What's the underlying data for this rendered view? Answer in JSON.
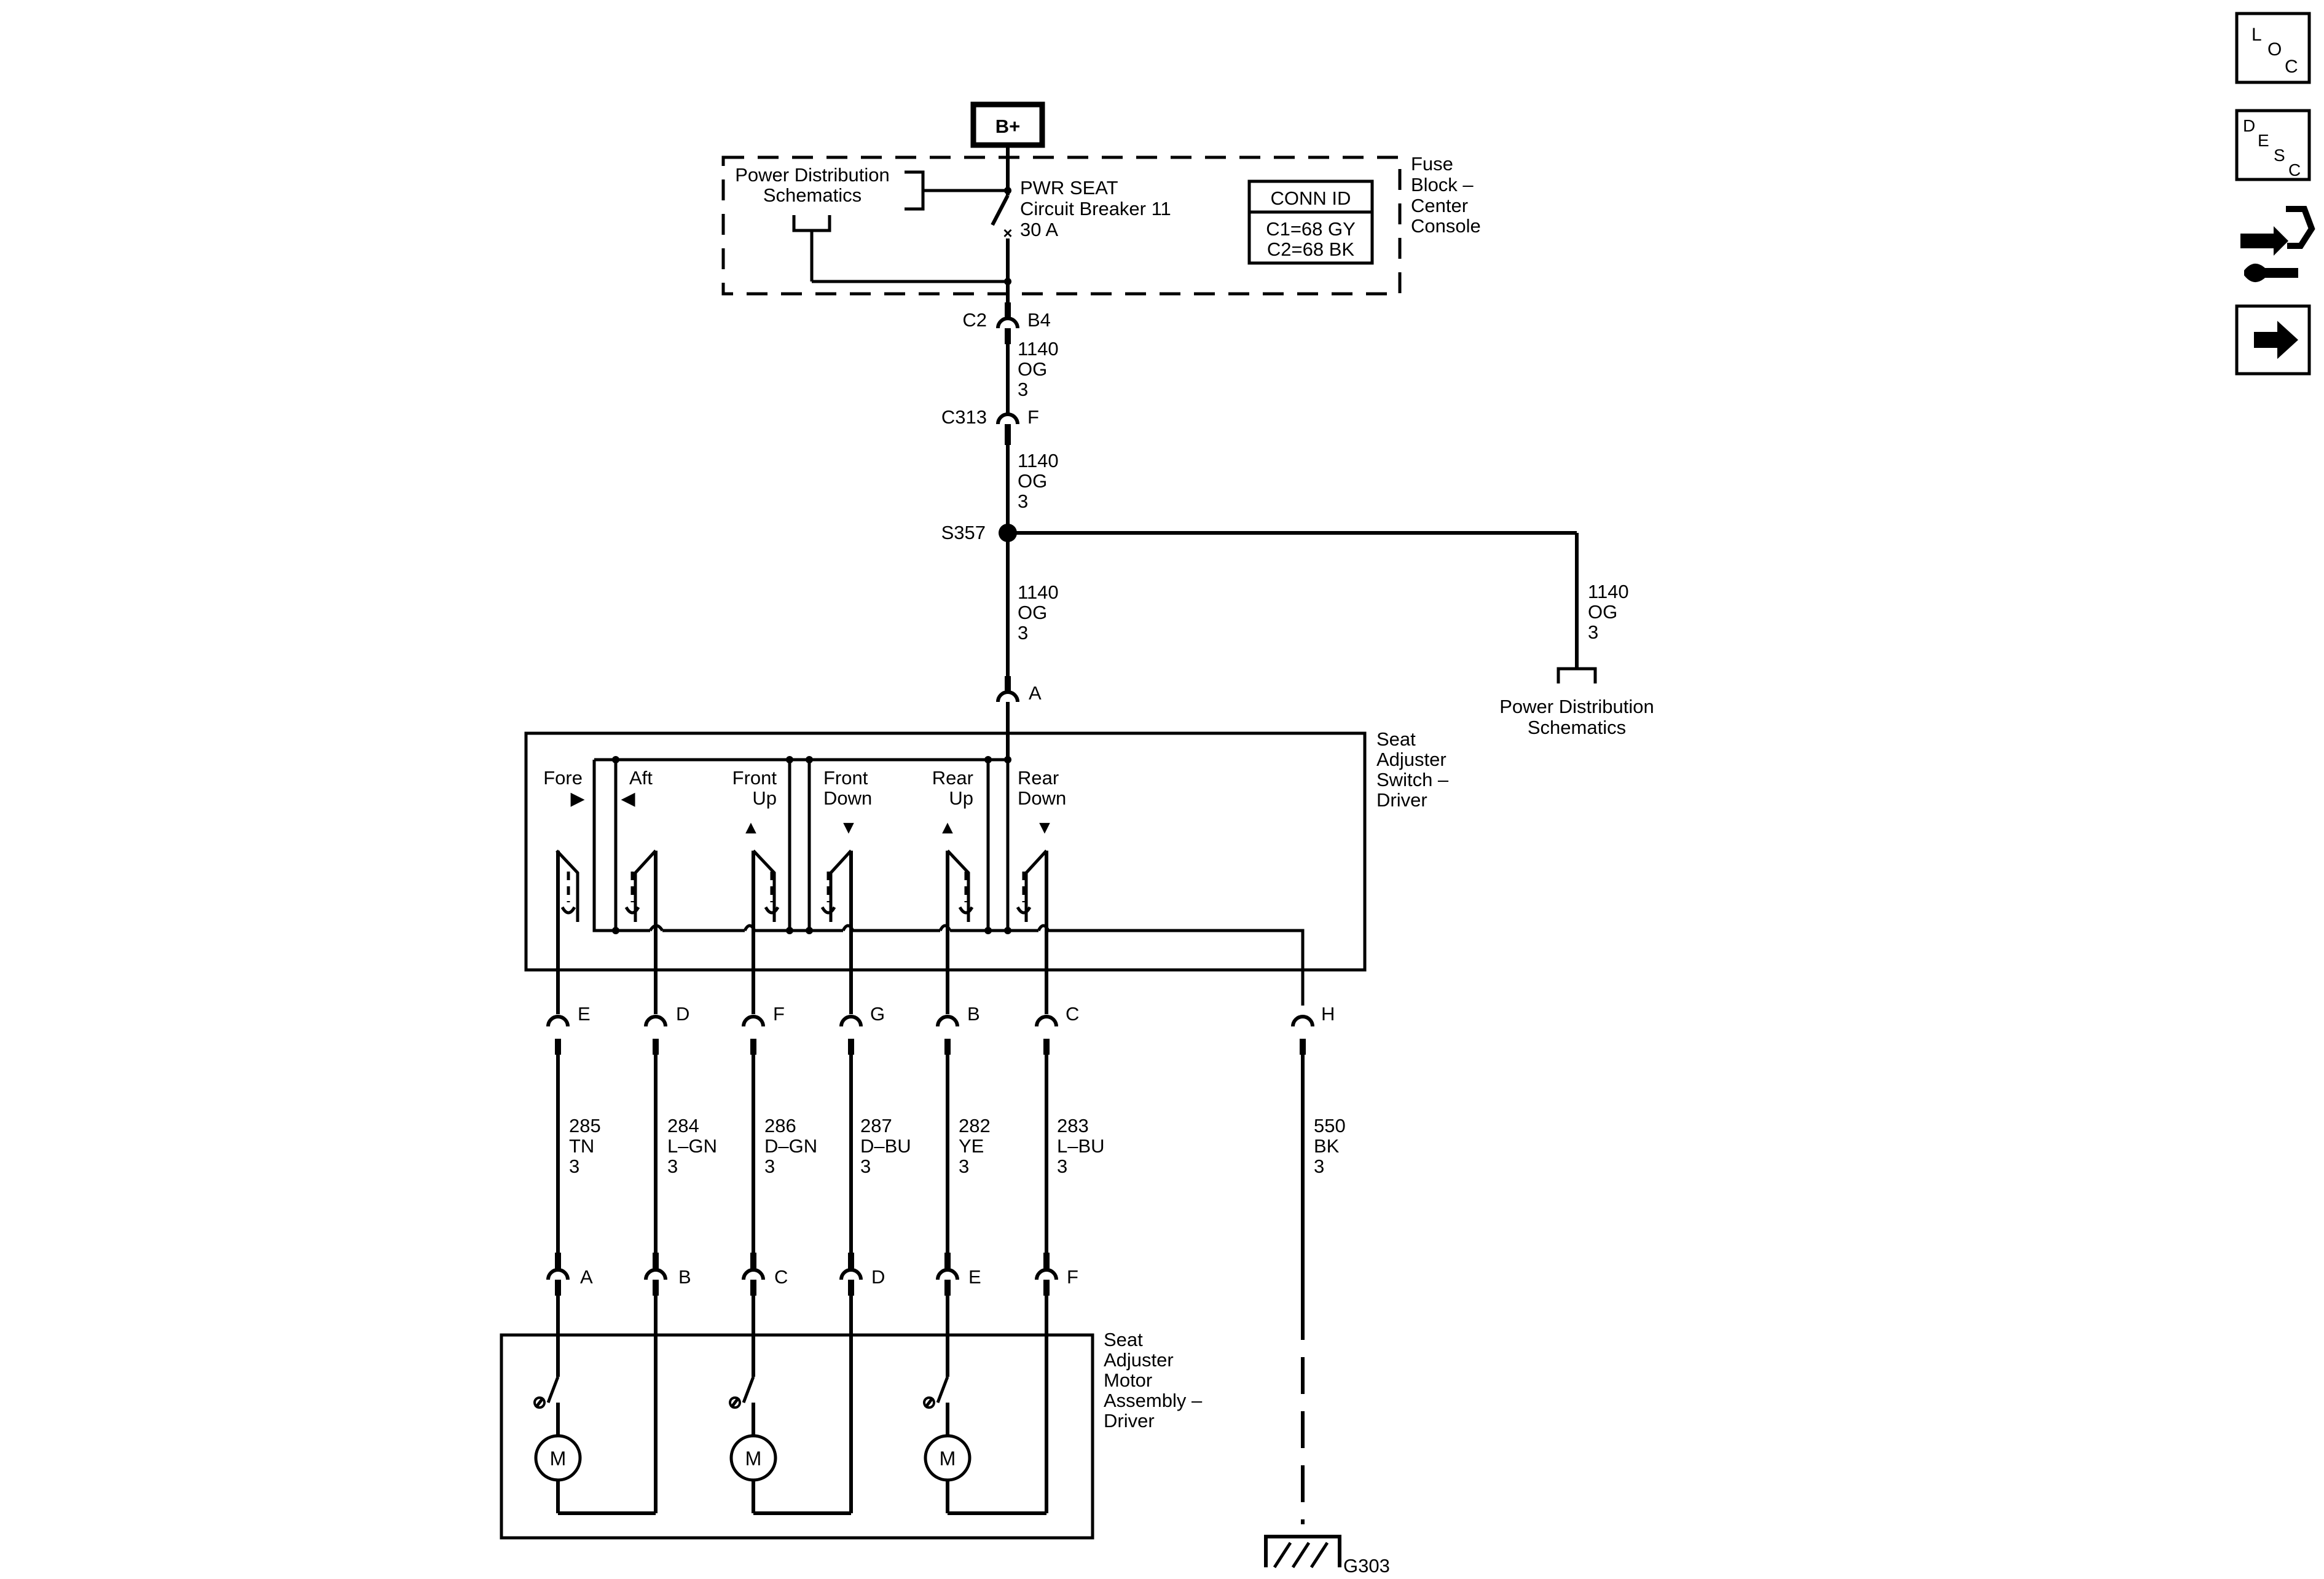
{
  "battery": {
    "label": "B+"
  },
  "fuse_block": {
    "name_lines": [
      "Fuse",
      "Block –",
      "Center",
      "Console"
    ],
    "ref_lines": [
      "Power Distribution",
      "Schematics"
    ],
    "breaker_lines": [
      "PWR SEAT",
      "Circuit Breaker 11",
      "30 A"
    ],
    "conn_title": "CONN ID",
    "conn_lines": [
      "C1=68 GY",
      "C2=68 BK"
    ]
  },
  "connectors": {
    "c2": {
      "left": "C2",
      "right": "B4"
    },
    "c313": {
      "left": "C313",
      "right": "F"
    },
    "switch_a": "A"
  },
  "splice": {
    "label": "S357"
  },
  "wire_1140": {
    "circuit": "1140",
    "color": "OG",
    "gauge": "3"
  },
  "power_ref": {
    "lines": [
      "Power Distribution",
      "Schematics"
    ]
  },
  "switch": {
    "name_lines": [
      "Seat",
      "Adjuster",
      "Switch –",
      "Driver"
    ],
    "positions": [
      {
        "line1": "Fore",
        "line2": "",
        "arrow": "▶"
      },
      {
        "line1": "Aft",
        "line2": "",
        "arrow": "◀"
      },
      {
        "line1": "Front",
        "line2": "Up",
        "arrow": "▲"
      },
      {
        "line1": "Front",
        "line2": "Down",
        "arrow": "▼"
      },
      {
        "line1": "Rear",
        "line2": "Up",
        "arrow": "▲"
      },
      {
        "line1": "Rear",
        "line2": "Down",
        "arrow": "▼"
      }
    ]
  },
  "harness": [
    {
      "top_pin": "E",
      "circuit": "285",
      "color": "TN",
      "gauge": "3",
      "bottom_pin": "A"
    },
    {
      "top_pin": "D",
      "circuit": "284",
      "color": "L–GN",
      "gauge": "3",
      "bottom_pin": "B"
    },
    {
      "top_pin": "F",
      "circuit": "286",
      "color": "D–GN",
      "gauge": "3",
      "bottom_pin": "C"
    },
    {
      "top_pin": "G",
      "circuit": "287",
      "color": "D–BU",
      "gauge": "3",
      "bottom_pin": "D"
    },
    {
      "top_pin": "B",
      "circuit": "282",
      "color": "YE",
      "gauge": "3",
      "bottom_pin": "E"
    },
    {
      "top_pin": "C",
      "circuit": "283",
      "color": "L–BU",
      "gauge": "3",
      "bottom_pin": "F"
    }
  ],
  "ground_wire": {
    "top_pin": "H",
    "circuit": "550",
    "color": "BK",
    "gauge": "3"
  },
  "ground": {
    "label": "G303"
  },
  "motor_assembly": {
    "name_lines": [
      "Seat",
      "Adjuster",
      "Motor",
      "Assembly –",
      "Driver"
    ],
    "motor_label": "M"
  },
  "nav": {
    "loc": [
      "L",
      "O",
      "C"
    ],
    "desc": [
      "D",
      "E",
      "S",
      "C"
    ],
    "connector_icon": "connector-tool-icon",
    "next_icon": "arrow-right-icon"
  }
}
